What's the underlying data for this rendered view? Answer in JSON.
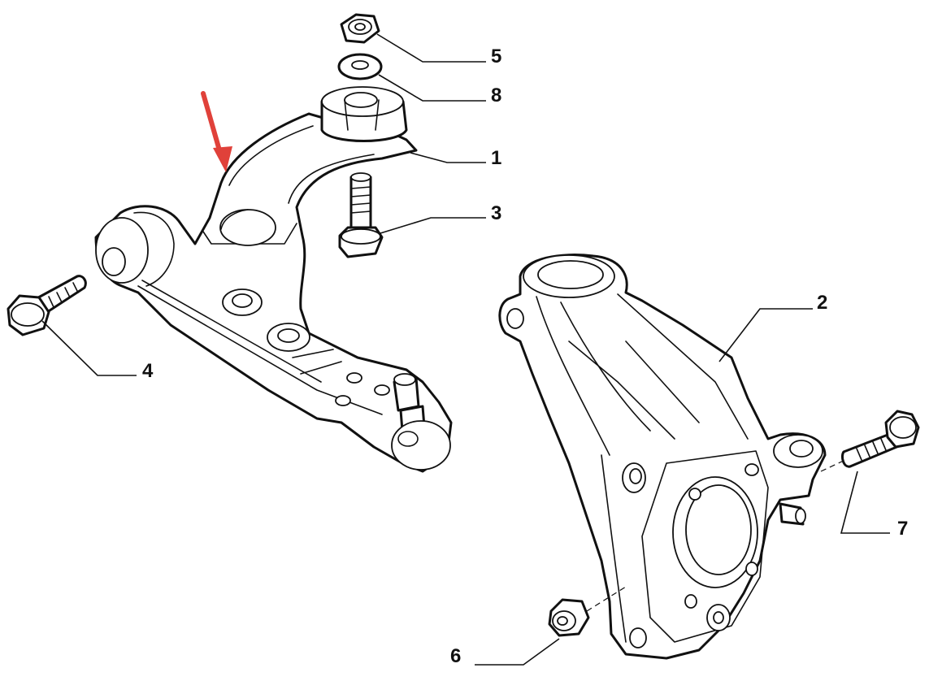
{
  "diagram": {
    "callouts": [
      {
        "id": "callout-5",
        "label": "5",
        "part": "lock-nut-top"
      },
      {
        "id": "callout-8",
        "label": "8",
        "part": "washer"
      },
      {
        "id": "callout-1",
        "label": "1",
        "part": "control-arm"
      },
      {
        "id": "callout-3",
        "label": "3",
        "part": "arm-bolt"
      },
      {
        "id": "callout-2",
        "label": "2",
        "part": "steering-knuckle"
      },
      {
        "id": "callout-4",
        "label": "4",
        "part": "flange-bolt-left"
      },
      {
        "id": "callout-7",
        "label": "7",
        "part": "flange-bolt-right"
      },
      {
        "id": "callout-6",
        "label": "6",
        "part": "lock-nut-bottom"
      }
    ],
    "colors": {
      "line": "#111111",
      "background": "#ffffff",
      "indicator_arrow": "#e0413a"
    },
    "indicator": {
      "icon": "arrow-down-right-icon",
      "points_to": "control-arm"
    }
  }
}
